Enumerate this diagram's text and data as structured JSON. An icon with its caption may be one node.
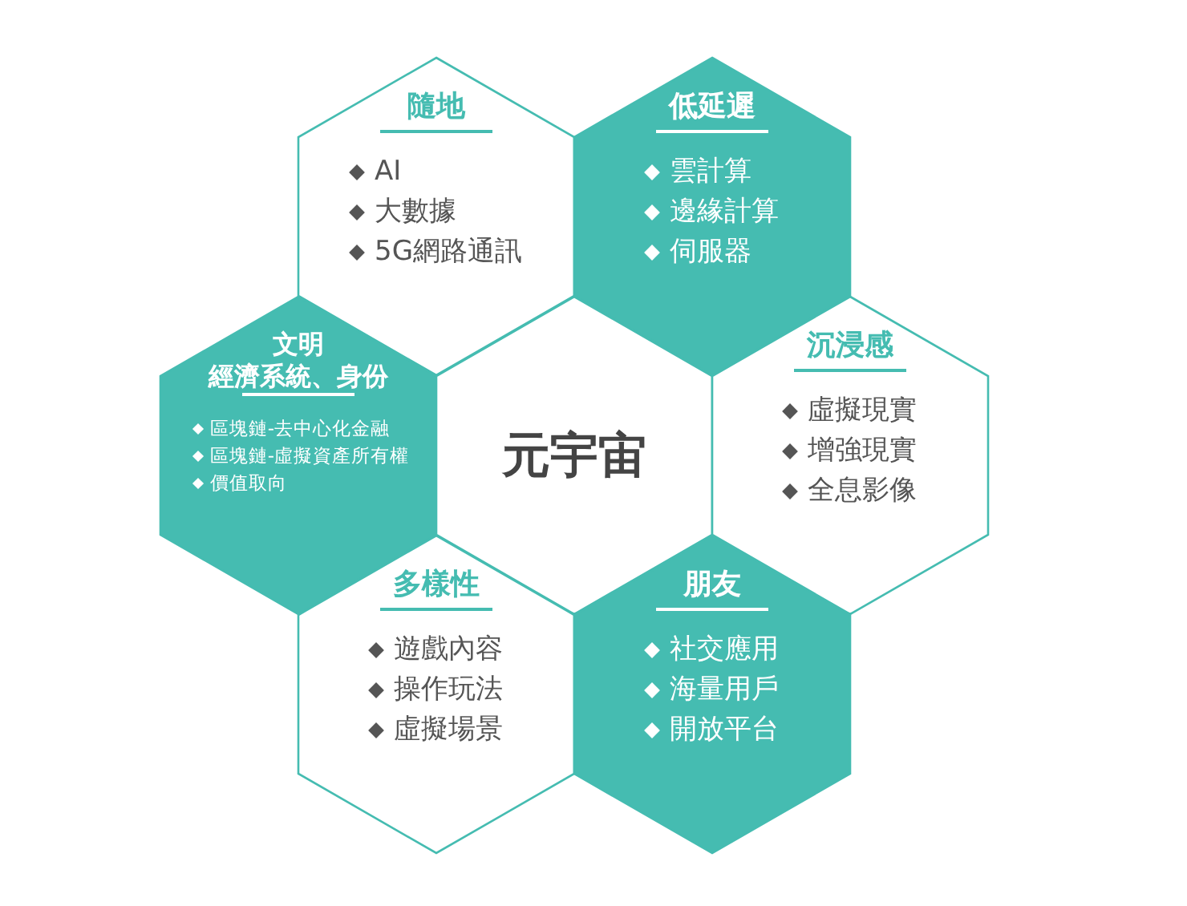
{
  "diagram": {
    "nodes": [
      {
        "text": [
          "隨地",
          "AI",
          "大數據",
          "5G網路通訊"
        ]
      },
      {
        "text": [
          "低延遲",
          "雲計算",
          "邊緣計算",
          "伺服器"
        ]
      },
      {
        "text": [
          "文明",
          "經濟系統、身份",
          "區塊鏈-去中心化金融",
          "區塊鏈-虛擬資產所有權",
          "價值取向"
        ]
      },
      {
        "text": [
          "元宇宙"
        ]
      },
      {
        "text": [
          "沉浸感",
          "虛擬現實",
          "增強現實",
          "全息影像"
        ]
      },
      {
        "text": [
          "多樣性",
          "遊戲內容",
          "操作玩法",
          "虛擬場景"
        ]
      },
      {
        "text": [
          "朋友",
          "社交應用",
          "海量用戶",
          "開放平台"
        ]
      }
    ]
  }
}
